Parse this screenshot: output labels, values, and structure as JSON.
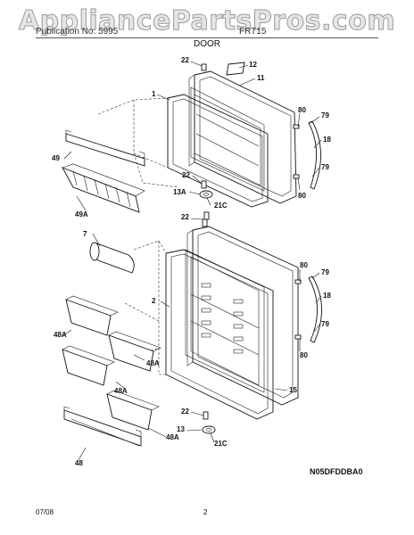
{
  "watermark": "AppliancePartsPros.com",
  "header": {
    "left_text": "Publication No: 5995",
    "right_text": "FRT15",
    "section_title": "DOOR"
  },
  "footer": {
    "date": "07/08",
    "page": "2",
    "drawing_code": "N05DFDDBA0"
  },
  "callouts": {
    "c22a": "22",
    "c12": "12",
    "c11": "11",
    "c1": "1",
    "c80a": "80",
    "c79a": "79",
    "c18a": "18",
    "c79b": "79",
    "c80b": "80",
    "c49": "49",
    "c49A": "49A",
    "c22b": "22",
    "c13A": "13A",
    "c21Ca": "21C",
    "c22c": "22",
    "c7": "7",
    "c2": "2",
    "c80c": "80",
    "c79c": "79",
    "c18b": "18",
    "c79d": "79",
    "c80d": "80",
    "c48Aa": "48A",
    "c48Ab": "48A",
    "c48Ac": "48A",
    "c15": "15",
    "c22d": "22",
    "c13": "13",
    "c21Cb": "21C",
    "c48": "48"
  }
}
